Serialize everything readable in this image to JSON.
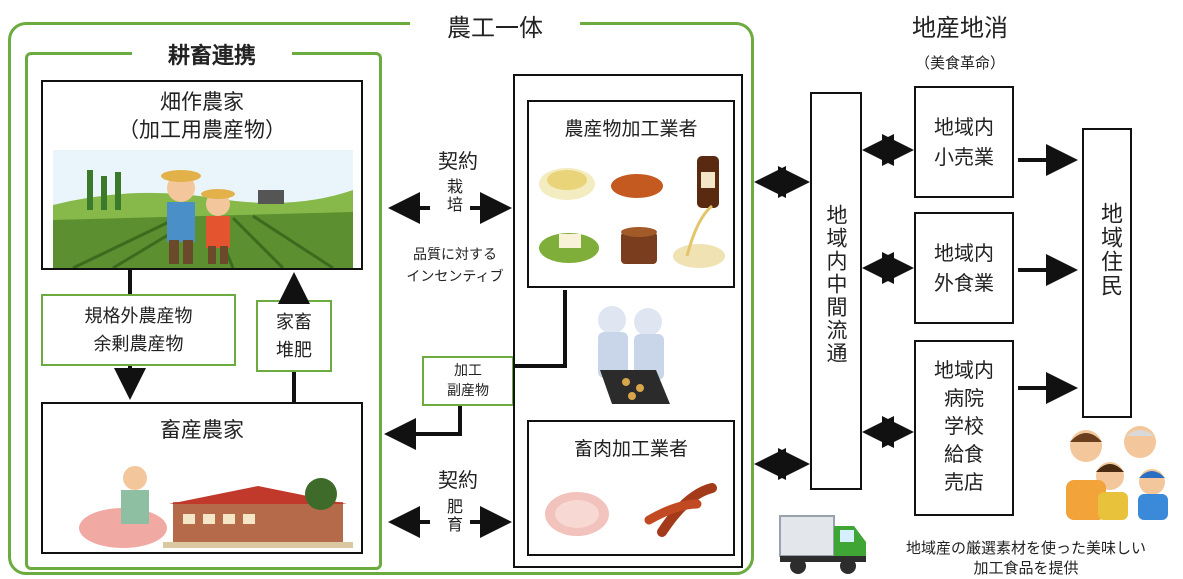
{
  "outer_title": "農工一体",
  "inner_title": "耕畜連携",
  "right_title": "地産地消",
  "right_subtitle": "（美食革命）",
  "crop_farmer": {
    "line1": "畑作農家",
    "line2": "（加工用農産物）"
  },
  "livestock_farmer": "畜産農家",
  "substandard": {
    "line1": "規格外農産物",
    "line2": "余剰農産物"
  },
  "manure": {
    "line1": "家畜",
    "line2": "堆肥"
  },
  "byproduct": {
    "line1": "加工",
    "line2": "副産物"
  },
  "contract_top": {
    "label": "契約",
    "word": "栽培"
  },
  "incentive": {
    "line1": "品質に対する",
    "line2": "インセンティブ"
  },
  "contract_bottom": {
    "label": "契約",
    "word": "肥育"
  },
  "agri_processor": "農産物加工業者",
  "meat_processor": "畜肉加工業者",
  "intermediate_distribution": "地域内中間流通",
  "retail": {
    "line1": "地域内",
    "line2": "小売業"
  },
  "food_service": {
    "line1": "地域内",
    "line2": "外食業"
  },
  "institutions": {
    "line1": "地域内",
    "line2": "病院",
    "line3": "学校",
    "line4": "給食",
    "line5": "売店"
  },
  "residents": "地域住民",
  "caption": {
    "line1": "地域産の厳選素材を使った美味しい",
    "line2": "加工食品を提供"
  },
  "colors": {
    "green": "#6cab3f",
    "black": "#111111"
  }
}
